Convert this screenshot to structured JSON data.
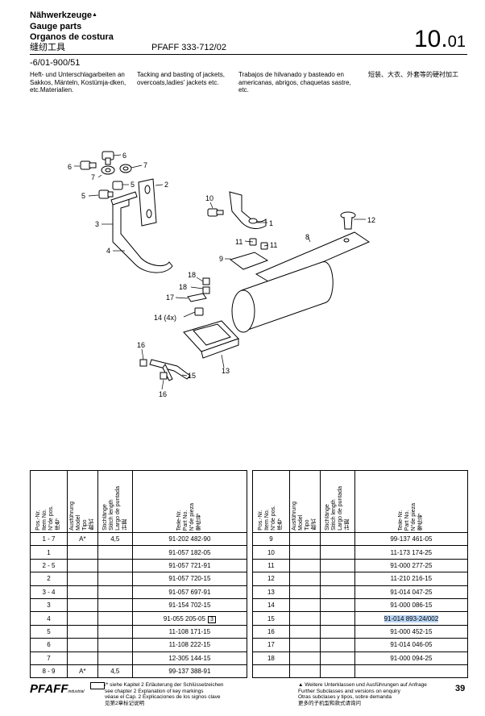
{
  "header": {
    "title_de": "Nähwerkzeuge",
    "title_marker": "▲",
    "title_en": "Gauge parts",
    "title_es": "Organos de costura",
    "title_zh": "缝纫工具",
    "model": "PFAFF 333-712/02",
    "section_main": "10.",
    "section_sub": "01",
    "subclass": "-6/01-900/51",
    "desc_de": "Heft- und Unterschlagarbeiten an Sakkos, Mänteln, Kostümja-dken, etc.Materialien.",
    "desc_en": "Tacking and basting of jackets, overcoats,ladies' jackets etc.",
    "desc_es": "Trabajos de hilvanado y basteado en americanas, abrigos, chaquetas sastre, etc.",
    "desc_zh": "短装、大衣、外套等的硬衬加工"
  },
  "diagram": {
    "labels": [
      "6",
      "6",
      "7",
      "7",
      "5",
      "5",
      "2",
      "3",
      "4",
      "10",
      "1",
      "12",
      "8",
      "11",
      "11",
      "9",
      "18",
      "18",
      "17",
      "14 (4x)",
      "16",
      "15",
      "13",
      "16"
    ]
  },
  "table_headers": {
    "pos": "Pos.-Nr.\nItem No.\nN°de pos.\n序号",
    "model": "Ausführung\nModel\nTipo\n款式",
    "stitch": "Stichlänge\nStitch length\nLargo de puntada\n针距",
    "part": "Teile-Nr.\nPart No.\nN°de pieza\n零件号"
  },
  "table_left": [
    {
      "pos": "1 - 7",
      "model": "A*",
      "stitch": "4,5",
      "part": "91-202 482-90",
      "box": ""
    },
    {
      "pos": "1",
      "model": "",
      "stitch": "",
      "part": "91-057 182-05",
      "box": ""
    },
    {
      "pos": "2 - 5",
      "model": "",
      "stitch": "",
      "part": "91-057 721-91",
      "box": ""
    },
    {
      "pos": "2",
      "model": "",
      "stitch": "",
      "part": "91-057 720-15",
      "box": ""
    },
    {
      "pos": "3 - 4",
      "model": "",
      "stitch": "",
      "part": "91-057 697-91",
      "box": ""
    },
    {
      "pos": "3",
      "model": "",
      "stitch": "",
      "part": "91-154 702-15",
      "box": ""
    },
    {
      "pos": "4",
      "model": "",
      "stitch": "",
      "part": "91-055 205-05",
      "box": "3"
    },
    {
      "pos": "5",
      "model": "",
      "stitch": "",
      "part": "11-108 171-15",
      "box": ""
    },
    {
      "pos": "6",
      "model": "",
      "stitch": "",
      "part": "11-108 222-15",
      "box": ""
    },
    {
      "pos": "7",
      "model": "",
      "stitch": "",
      "part": "12-305 144-15",
      "box": ""
    },
    {
      "pos": "8 - 9",
      "model": "A*",
      "stitch": "4,5",
      "part": "99-137 388-91",
      "box": ""
    }
  ],
  "table_right": [
    {
      "pos": "9",
      "model": "",
      "stitch": "",
      "part": "99-137 461-05"
    },
    {
      "pos": "10",
      "model": "",
      "stitch": "",
      "part": "11-173 174-25"
    },
    {
      "pos": "11",
      "model": "",
      "stitch": "",
      "part": "91-000 277-25"
    },
    {
      "pos": "12",
      "model": "",
      "stitch": "",
      "part": "11-210 216-15"
    },
    {
      "pos": "13",
      "model": "",
      "stitch": "",
      "part": "91-014 047-25"
    },
    {
      "pos": "14",
      "model": "",
      "stitch": "",
      "part": "91-000 086-15"
    },
    {
      "pos": "15",
      "model": "",
      "stitch": "",
      "part": "91-014 893-24/002"
    },
    {
      "pos": "16",
      "model": "",
      "stitch": "",
      "part": "91-000 452-15"
    },
    {
      "pos": "17",
      "model": "",
      "stitch": "",
      "part": "91-014 046-05"
    },
    {
      "pos": "18",
      "model": "",
      "stitch": "",
      "part": "91-000 094-25"
    },
    {
      "pos": "",
      "model": "",
      "stitch": "",
      "part": ""
    }
  ],
  "footer": {
    "brand": "PFAFF",
    "brand_suffix": "industrial",
    "note_left": "/* siehe Kapitel 2 Erläuterung der Schlüsselzeichen\nsee chapter 2 Explanation of key markings\nvéase el Cap. 2 Explicaciones de los signos clave\n见第2章标记说明",
    "note_right": "▲ Weitere Unterklassen und Ausführungen auf Anfrage\nFurther Subclasses and versions on enquiry\nOtras subclases y tipos, sobre demanda\n更多的子机型和款式请询问",
    "page": "39"
  },
  "colors": {
    "highlight": "#b9d6f5",
    "ink": "#000000"
  }
}
